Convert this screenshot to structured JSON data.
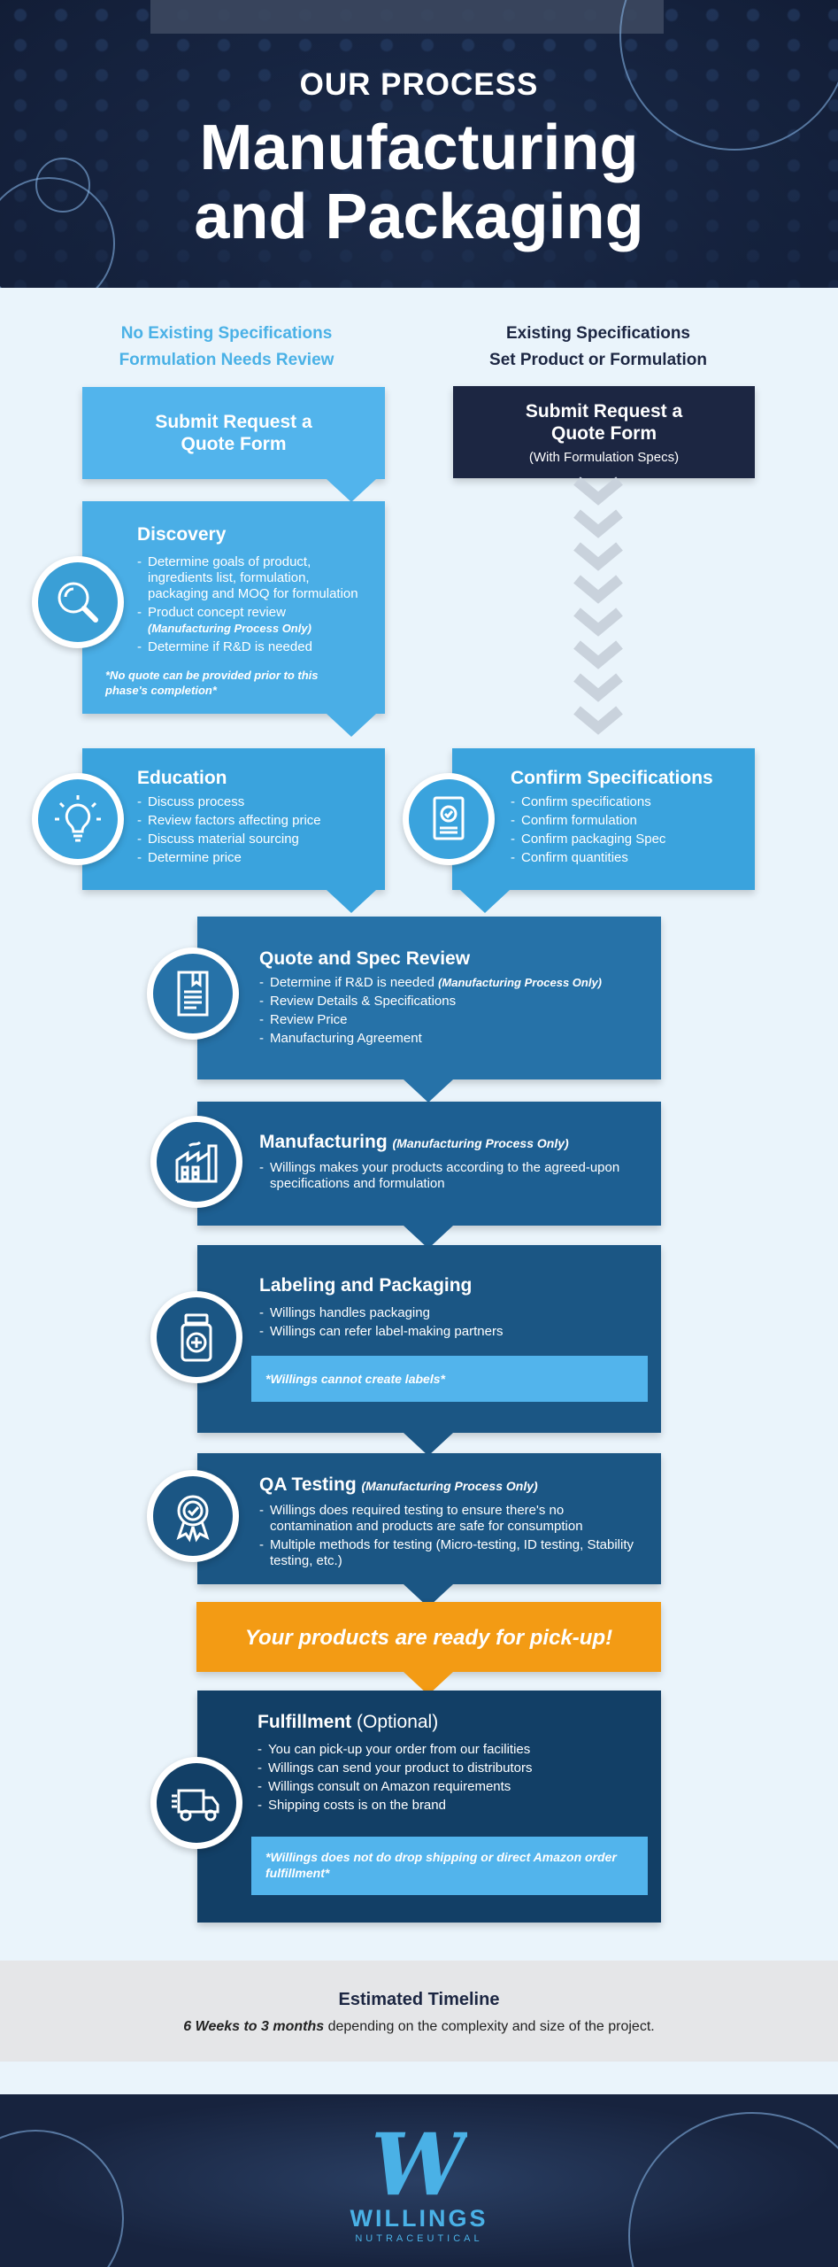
{
  "header": {
    "kicker": "OUR PROCESS",
    "title_line1": "Manufacturing",
    "title_line2": "and Packaging"
  },
  "columns": {
    "left_line1": "No Existing Specifications",
    "left_line2": "Formulation Needs Review",
    "right_line1": "Existing Specifications",
    "right_line2": "Set Product or Formulation"
  },
  "submit_left": {
    "title": "Submit Request a Quote Form"
  },
  "submit_right": {
    "title": "Submit Request a Quote Form",
    "subtitle": "(With Formulation Specs)"
  },
  "discovery": {
    "title": "Discovery",
    "items": [
      "Determine goals of product, ingredients list, formulation, packaging and MOQ for formulation",
      "Product concept review",
      "Determine if R&D is needed"
    ],
    "item2_note": "(Manufacturing Process Only)",
    "footnote": "*No quote can be provided prior to this phase's completion*"
  },
  "education": {
    "title": "Education",
    "items": [
      "Discuss process",
      "Review factors affecting price",
      "Discuss material sourcing",
      "Determine price"
    ]
  },
  "confirm": {
    "title": "Confirm Specifications",
    "items": [
      "Confirm specifications",
      "Confirm formulation",
      "Confirm packaging Spec",
      "Confirm quantities"
    ]
  },
  "quote_review": {
    "title": "Quote and Spec Review",
    "item1": "Determine if R&D is needed",
    "item1_note": "(Manufacturing Process Only)",
    "items": [
      "Review Details & Specifications",
      "Review Price",
      "Manufacturing Agreement"
    ]
  },
  "manufacturing": {
    "title": "Manufacturing",
    "note": "(Manufacturing Process Only)",
    "items": [
      "Willings makes your products according to the agreed-upon specifications and formulation"
    ]
  },
  "labeling": {
    "title": "Labeling and Packaging",
    "items": [
      "Willings handles packaging",
      "Willings can refer label-making partners"
    ],
    "callout": "*Willings cannot create labels*"
  },
  "qa": {
    "title": "QA Testing",
    "note": "(Manufacturing Process Only)",
    "items": [
      "Willings does required testing to ensure there's no contamination and products are safe for consumption",
      "Multiple methods for testing (Micro-testing, ID testing, Stability testing, etc.)"
    ]
  },
  "ready": {
    "text": "Your products are ready for pick-up!"
  },
  "fulfillment": {
    "title": "Fulfillment",
    "title_suffix": "(Optional)",
    "items": [
      "You can pick-up your order from our facilities",
      "Willings can send your product to distributors",
      "Willings consult on Amazon requirements",
      "Shipping costs is on the brand"
    ],
    "callout": "*Willings does not do drop shipping or direct Amazon order fulfillment*"
  },
  "timeline": {
    "title": "Estimated Timeline",
    "emphasis": "6 Weeks to 3 months",
    "rest": "depending on the complexity and size of the project."
  },
  "footer": {
    "brand": "WILLINGS",
    "brand_sub": "NUTRACEUTICAL",
    "logo_letter": "W"
  },
  "colors": {
    "light_blue": "#52b4ec",
    "mid_blue": "#3a9fd6",
    "deep_blue": "#256fa5",
    "navy_blue": "#1b5684",
    "dark_navy": "#1c2642",
    "orange": "#f39b14"
  },
  "icons": [
    "magnifier-icon",
    "lightbulb-icon",
    "document-check-icon",
    "bookmark-document-icon",
    "factory-icon",
    "medicine-bottle-icon",
    "award-badge-icon",
    "delivery-truck-icon"
  ]
}
